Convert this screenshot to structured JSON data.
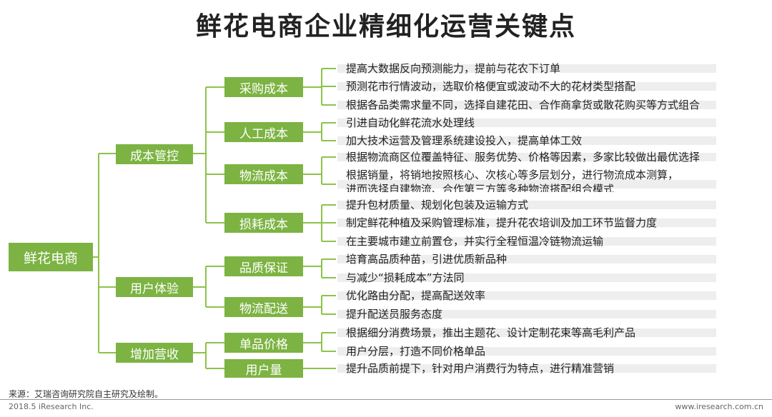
{
  "title": "鲜花电商企业精细化运营关键点",
  "root": "鲜花电商",
  "branches": [
    {
      "label": "成本管控",
      "children": [
        {
          "label": "采购成本",
          "items": [
            "提高大数据反向预测能力，提前与花农下订单",
            "预测花市行情波动，选取价格便宜或波动不大的花材类型搭配",
            "根据各品类需求量不同，选择自建花田、合作商拿货或散花购买等方式组合"
          ]
        },
        {
          "label": "人工成本",
          "items": [
            "引进自动化鲜花流水处理线",
            "加大技术运营及管理系统建设投入，提高单体工效"
          ]
        },
        {
          "label": "物流成本",
          "items": [
            "根据物流商区位覆盖特征、服务优势、价格等因素，多家比较做出最优选择",
            "根据销量，将销地按照核心、次核心等多层划分，进行物流成本测算，",
            "进而选择自建物流、合作第三方等多种物流搭配组合模式"
          ]
        },
        {
          "label": "损耗成本",
          "items": [
            "提升包材质量、规划化包装及运输方式",
            "制定鲜花种植及采购管理标准，提升花农培训及加工环节监督力度",
            "在主要城市建立前置仓，并实行全程恒温冷链物流运输"
          ]
        }
      ]
    },
    {
      "label": "用户体验",
      "children": [
        {
          "label": "品质保证",
          "items": [
            "培育高品质种苗，引进优质新品种",
            "与减少“损耗成本”方法同"
          ]
        },
        {
          "label": "物流配送",
          "items": [
            "优化路由分配，提高配送效率",
            "提升配送员服务态度"
          ]
        }
      ]
    },
    {
      "label": "增加营收",
      "children": [
        {
          "label": "单品价格",
          "items": [
            "根据细分消费场景，推出主题花、设计定制花束等高毛利产品",
            "用户分层，打造不同价格单品"
          ]
        },
        {
          "label": "用户量",
          "items": [
            "提升品质前提下，针对用户消费行为特点，进行精准营销"
          ]
        }
      ]
    }
  ],
  "source": "来源：艾瑞咨询研究院自主研究及绘制。",
  "copyright": "2018.5 iResearch Inc.",
  "website": "www.iresearch.com.cn",
  "colors": {
    "box": "#7cb342",
    "connector": "#8bc34a",
    "band": "#eeeeee"
  }
}
